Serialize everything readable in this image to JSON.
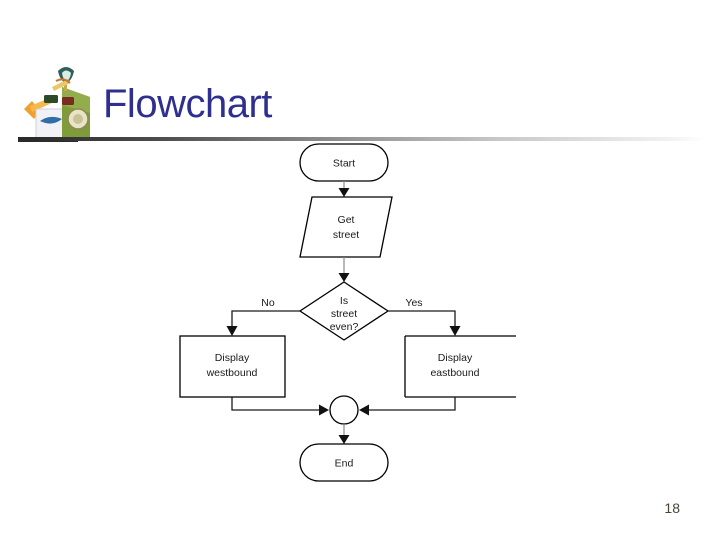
{
  "slide": {
    "title": "Flowchart",
    "title_color": "#2f2f8f",
    "page_number": "18",
    "clipart_name": "decorative-clipart"
  },
  "chart_data": {
    "type": "diagram",
    "diagram_kind": "flowchart",
    "title": "Flowchart",
    "nodes": [
      {
        "id": "start",
        "shape": "terminator",
        "label": "Start"
      },
      {
        "id": "get",
        "shape": "parallelogram",
        "label": "Get street",
        "lines": [
          "Get",
          "street"
        ]
      },
      {
        "id": "decision",
        "shape": "diamond",
        "label": "Is street even?",
        "lines": [
          "Is",
          "street",
          "even?"
        ]
      },
      {
        "id": "west",
        "shape": "process",
        "label": "Display westbound",
        "lines": [
          "Display",
          "westbound"
        ]
      },
      {
        "id": "east",
        "shape": "process",
        "label": "Display eastbound",
        "lines": [
          "Display",
          "eastbound"
        ]
      },
      {
        "id": "merge",
        "shape": "connector",
        "label": ""
      },
      {
        "id": "end",
        "shape": "terminator",
        "label": "End"
      }
    ],
    "edges": [
      {
        "from": "start",
        "to": "get",
        "label": ""
      },
      {
        "from": "get",
        "to": "decision",
        "label": ""
      },
      {
        "from": "decision",
        "to": "west",
        "label": "No"
      },
      {
        "from": "decision",
        "to": "east",
        "label": "Yes"
      },
      {
        "from": "west",
        "to": "merge",
        "label": ""
      },
      {
        "from": "east",
        "to": "merge",
        "label": ""
      },
      {
        "from": "merge",
        "to": "end",
        "label": ""
      }
    ],
    "branch_labels": {
      "left": "No",
      "right": "Yes"
    }
  }
}
